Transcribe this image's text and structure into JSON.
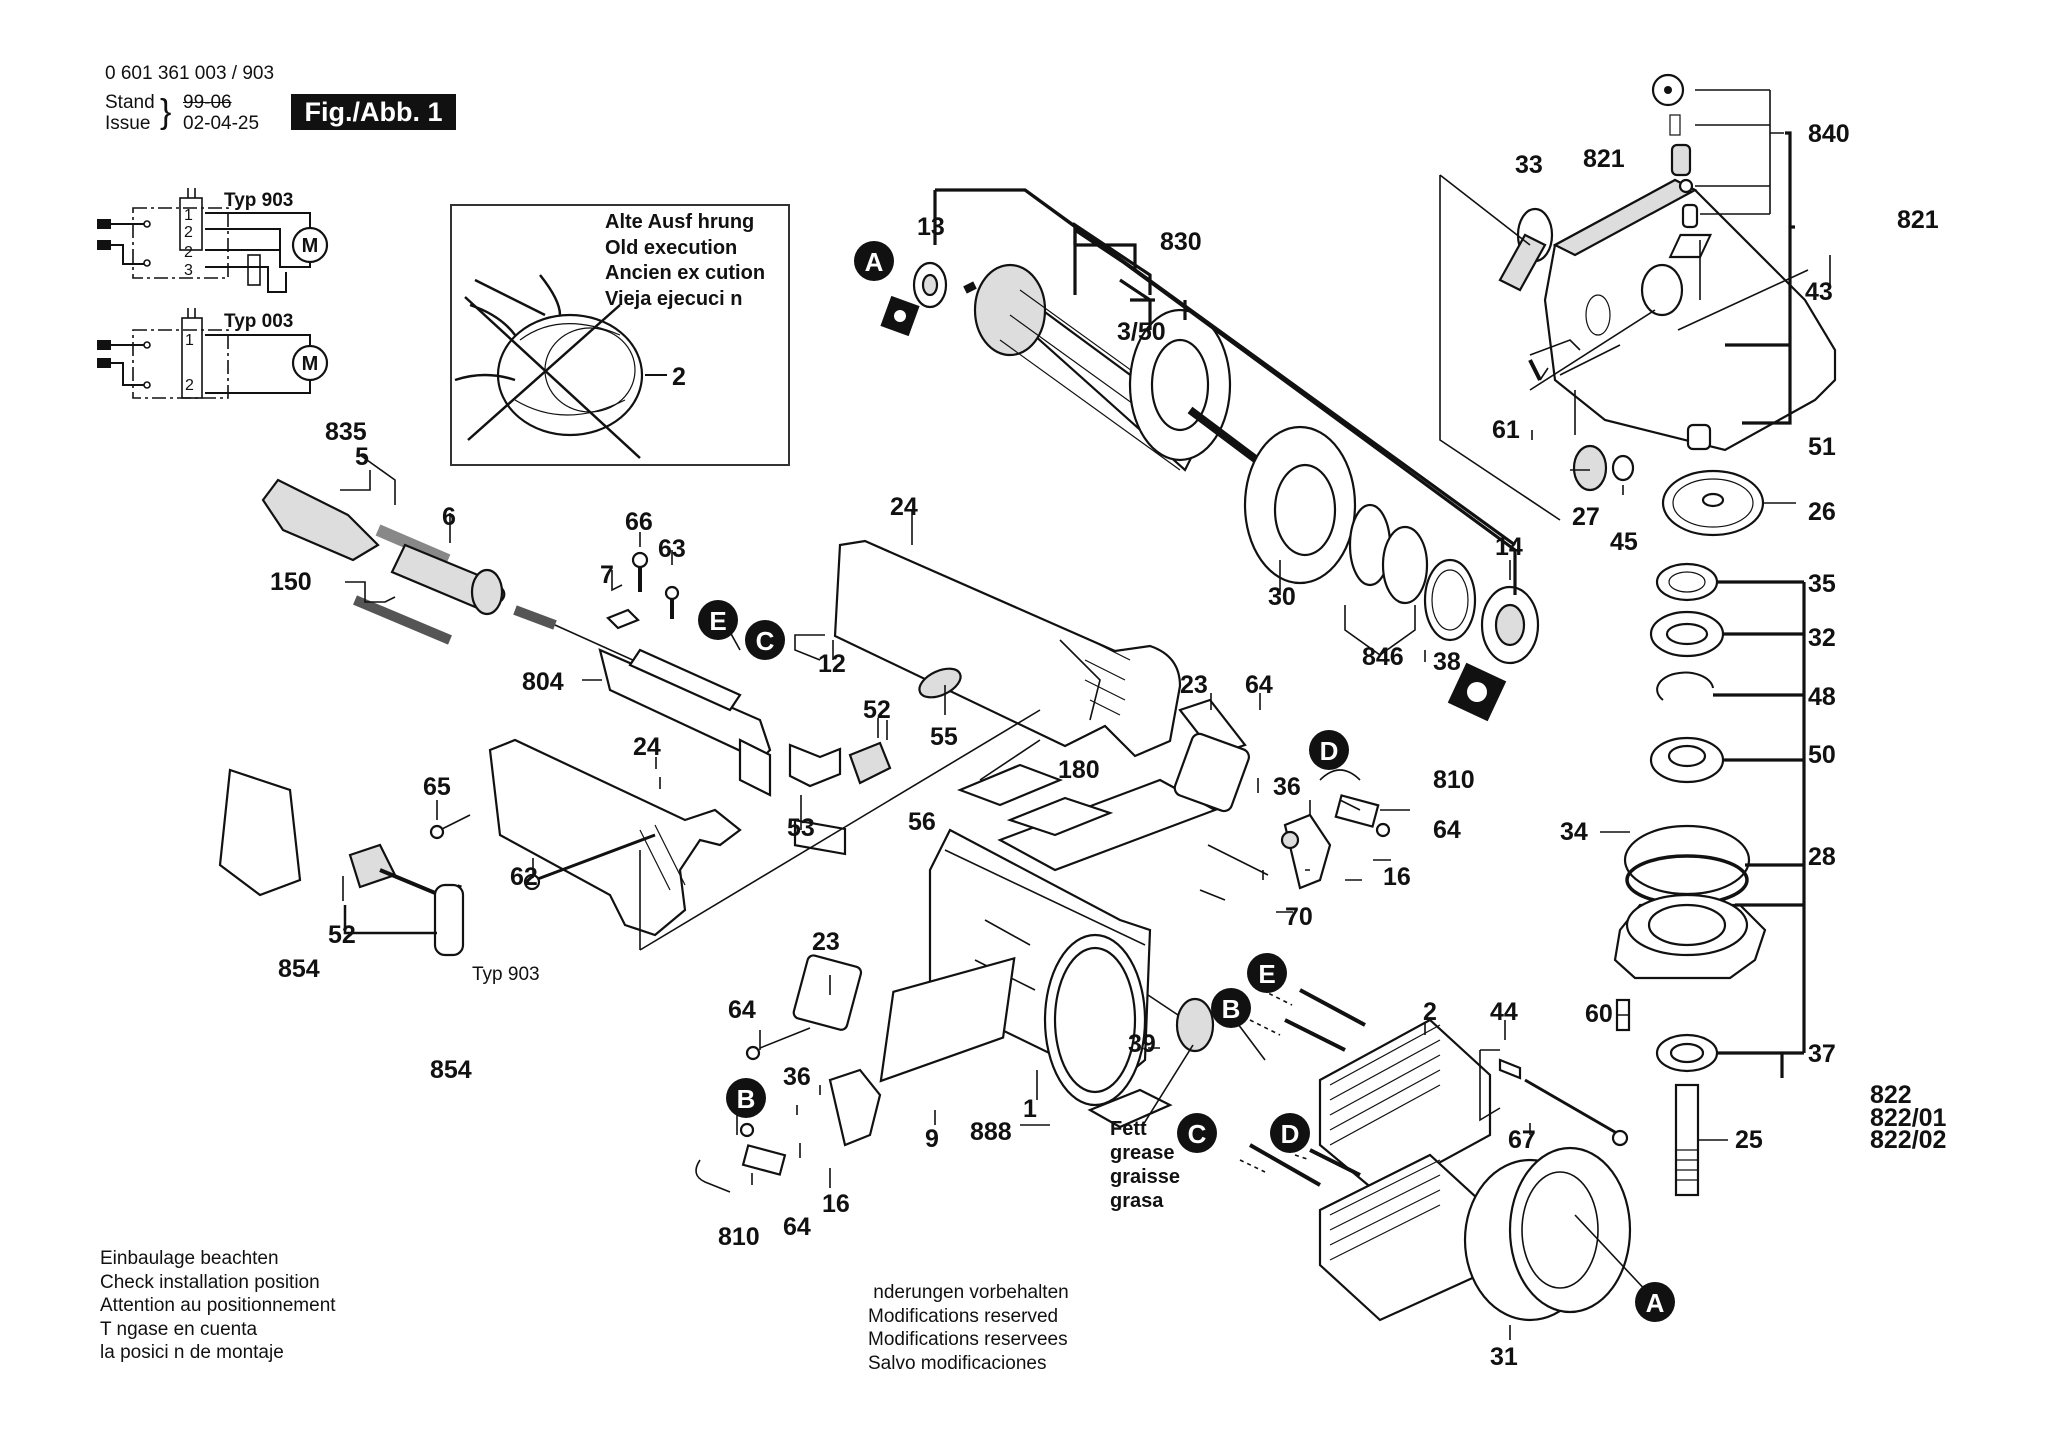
{
  "header": {
    "part_number": "0 601 361 003 / 903",
    "stand_label": "Stand",
    "issue_label": "Issue",
    "stand_date_struck": "99-06",
    "issue_date": "02-04-25",
    "figure_label": "Fig./Abb. 1"
  },
  "wiring": {
    "type_903_label": "Typ 903",
    "type_003_label": "Typ 003",
    "motor_symbol": "M",
    "terminals_903": [
      "1",
      "2",
      "2",
      "3"
    ],
    "terminals_003": [
      "1",
      "2"
    ]
  },
  "old_execution_box": {
    "lines": [
      "Alte Ausf hrung",
      "Old execution",
      "Ancien ex cution",
      "Vieja ejecuci n"
    ],
    "part_label": "2"
  },
  "callout_letters": [
    "A",
    "B",
    "C",
    "D",
    "E"
  ],
  "part_labels": {
    "p835": "835",
    "p5": "5",
    "p6": "6",
    "p150": "150",
    "p66": "66",
    "p63": "63",
    "p7": "7",
    "p804": "804",
    "p12": "12",
    "p52a": "52",
    "p53": "53",
    "p55": "55",
    "p24a": "24",
    "p24b": "24",
    "p65": "65",
    "p62": "62",
    "p52b": "52",
    "p854a": "854",
    "p854b": "854",
    "typ903": "Typ 903",
    "p13": "13",
    "p830": "830",
    "p3_50": "3/50",
    "p30": "30",
    "p846": "846",
    "p38": "38",
    "p14": "14",
    "p33": "33",
    "p821a": "821",
    "p840": "840",
    "p821b": "821",
    "p43": "43",
    "p61": "61",
    "p51": "51",
    "p27": "27",
    "p45": "45",
    "p26": "26",
    "p35": "35",
    "p32": "32",
    "p48": "48",
    "p50": "50",
    "p34": "34",
    "p28": "28",
    "p60": "60",
    "p37": "37",
    "p25": "25",
    "p822": "822",
    "p822_01": "822/01",
    "p822_02": "822/02",
    "p23a": "23",
    "p64a": "64",
    "p180": "180",
    "p56": "56",
    "p36a": "36",
    "p810a": "810",
    "p64b": "64",
    "p16a": "16",
    "p70": "70",
    "p23b": "23",
    "p64c": "64",
    "p1": "1",
    "p9": "9",
    "p888": "888",
    "p39": "39",
    "p36b": "36",
    "p16b": "16",
    "p810b": "810",
    "p64d": "64",
    "p2": "2",
    "p44": "44",
    "p67": "67",
    "p31": "31"
  },
  "grease_note": [
    "Fett",
    "grease",
    "graisse",
    "grasa"
  ],
  "install_note": [
    "Einbaulage beachten",
    "Check installation position",
    "Attention au positionnement",
    "T ngase en cuenta",
    "la posici n de montaje"
  ],
  "modifications_note": [
    " nderungen vorbehalten",
    "Modifications reserved",
    "Modifications reservees",
    "Salvo modificaciones"
  ]
}
